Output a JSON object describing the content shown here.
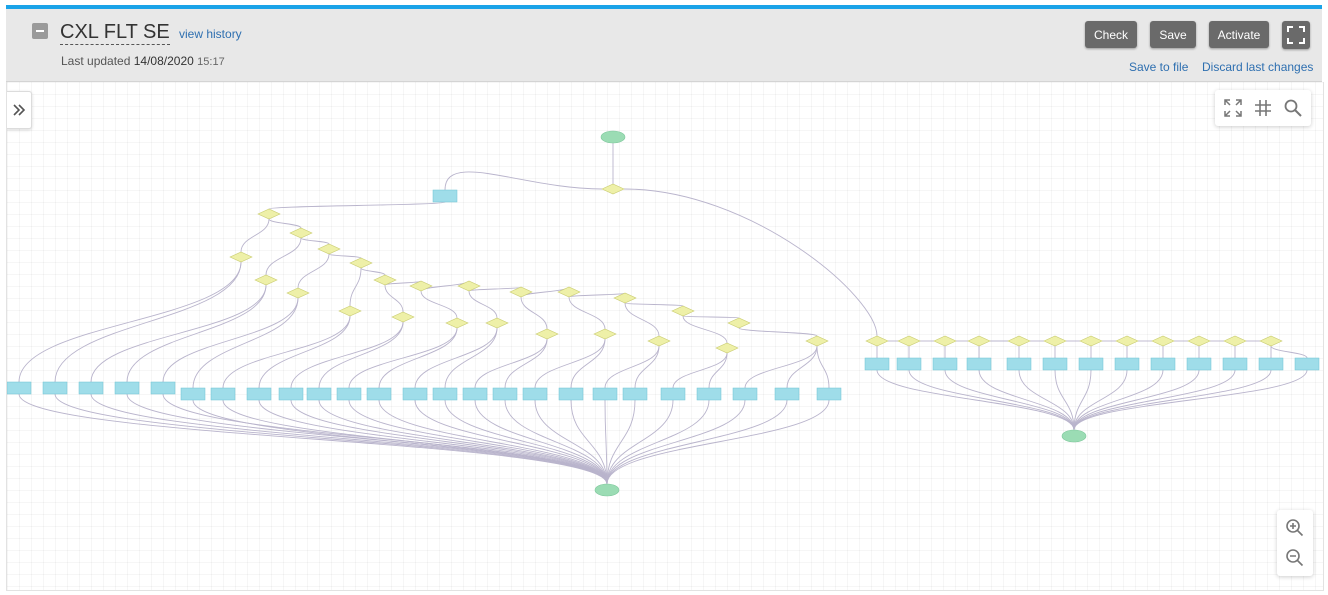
{
  "colors": {
    "accent": "#1aa3e8",
    "terminal_node": "#9bdcb4",
    "decision_node": "#eef0a8",
    "action_node": "#9fdde9",
    "edge": "#b9b4cc",
    "button": "#6a6a6a",
    "link": "#2e6fb0"
  },
  "header": {
    "title": "CXL FLT SE",
    "view_history": "view history",
    "last_updated_label": "Last updated",
    "last_updated_date": "14/08/2020",
    "last_updated_time": "15:17"
  },
  "toolbar": {
    "check_label": "Check",
    "save_label": "Save",
    "activate_label": "Activate",
    "save_to_file_label": "Save to file",
    "discard_label": "Discard last changes"
  },
  "icons": {
    "collapse": "minus-square-icon",
    "fullscreen": "fullscreen-icon",
    "sidebar_toggle": "double-chevron-right-icon",
    "fit": "fit-to-screen-icon",
    "grid": "grid-hash-icon",
    "search": "search-icon",
    "zoom_in": "zoom-in-icon",
    "zoom_out": "zoom-out-icon"
  }
}
